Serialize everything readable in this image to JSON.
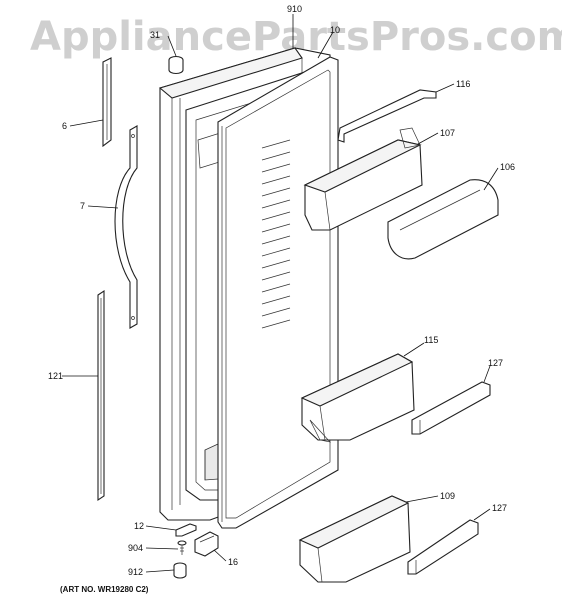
{
  "watermark": "AppliancePartsPros.com",
  "art_number": "(ART NO. WR19280 C2)",
  "callouts": {
    "c910": "910",
    "c31": "31",
    "c10": "10",
    "c116": "116",
    "c107": "107",
    "c106": "106",
    "c6": "6",
    "c7": "7",
    "c121": "121",
    "c115": "115",
    "c127a": "127",
    "c109": "109",
    "c127b": "127",
    "c12": "12",
    "c904": "904",
    "c16": "16",
    "c912": "912"
  }
}
